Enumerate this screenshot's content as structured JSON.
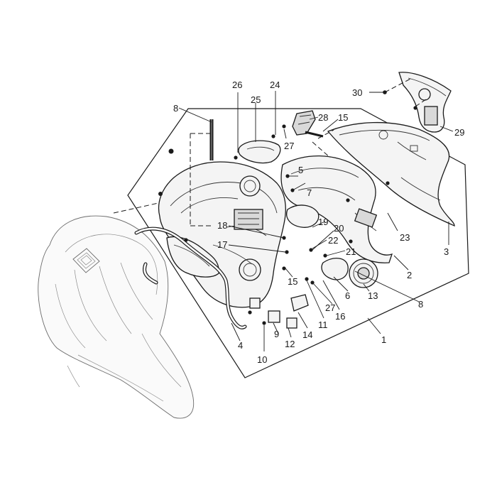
{
  "diagram": {
    "background": "#ffffff",
    "line_color": "#1a1a1a",
    "callouts": [
      {
        "id": "c1",
        "text": "1"
      },
      {
        "id": "c2",
        "text": "2"
      },
      {
        "id": "c3",
        "text": "3"
      },
      {
        "id": "c4",
        "text": "4"
      },
      {
        "id": "c5",
        "text": "5"
      },
      {
        "id": "c6",
        "text": "6"
      },
      {
        "id": "c7",
        "text": "7"
      },
      {
        "id": "c8a",
        "text": "8"
      },
      {
        "id": "c8b",
        "text": "8"
      },
      {
        "id": "c9",
        "text": "9"
      },
      {
        "id": "c10",
        "text": "10"
      },
      {
        "id": "c11",
        "text": "11"
      },
      {
        "id": "c12",
        "text": "12"
      },
      {
        "id": "c13",
        "text": "13"
      },
      {
        "id": "c14",
        "text": "14"
      },
      {
        "id": "c15a",
        "text": "15"
      },
      {
        "id": "c15b",
        "text": "15"
      },
      {
        "id": "c16",
        "text": "16"
      },
      {
        "id": "c17",
        "text": "17"
      },
      {
        "id": "c18",
        "text": "18"
      },
      {
        "id": "c19",
        "text": "19"
      },
      {
        "id": "c20",
        "text": "20"
      },
      {
        "id": "c21",
        "text": "21"
      },
      {
        "id": "c22",
        "text": "22"
      },
      {
        "id": "c23",
        "text": "23"
      },
      {
        "id": "c24",
        "text": "24"
      },
      {
        "id": "c25",
        "text": "25"
      },
      {
        "id": "c26",
        "text": "26"
      },
      {
        "id": "c27a",
        "text": "27"
      },
      {
        "id": "c27b",
        "text": "27"
      },
      {
        "id": "c28",
        "text": "28"
      },
      {
        "id": "c29",
        "text": "29"
      },
      {
        "id": "c30",
        "text": "30"
      }
    ]
  }
}
